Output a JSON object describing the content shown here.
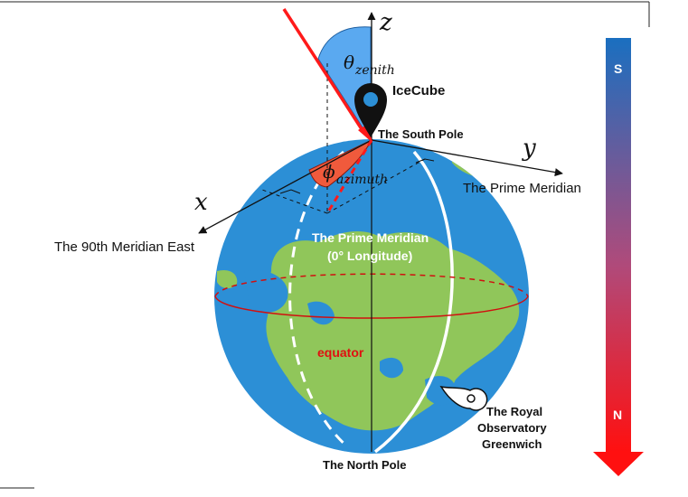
{
  "axes": {
    "z": "z",
    "y": "y",
    "x": "x",
    "theta": "θ",
    "theta_sub": "zenith",
    "phi": "ϕ",
    "phi_sub": "azimuth"
  },
  "labels": {
    "icecube": "IceCube",
    "south_pole": "The South Pole",
    "prime_meridian_axis": "The Prime Meridian",
    "meridian_90e": "The 90th Meridian East",
    "prime_meridian_line1": "The Prime Meridian",
    "prime_meridian_line2": "(0°  Longitude)",
    "equator": "equator",
    "royal_line1": "The Royal",
    "royal_line2": "Observatory",
    "royal_line3": "Greenwich",
    "north_pole": "The North Pole"
  },
  "scale_bar": {
    "top_label": "S",
    "bottom_label": "N",
    "top_color": "#1a6fc0",
    "bottom_color": "#ff1010"
  },
  "colors": {
    "ocean": "#2c8fd6",
    "land": "#90c65a",
    "zenith_wedge": "#5aa9f0",
    "azimuth_wedge": "#f05a3c",
    "ray": "#ff1a1a",
    "equator": "#d01010"
  },
  "icons": [
    "location-pin-icon",
    "location-pin-icon"
  ]
}
